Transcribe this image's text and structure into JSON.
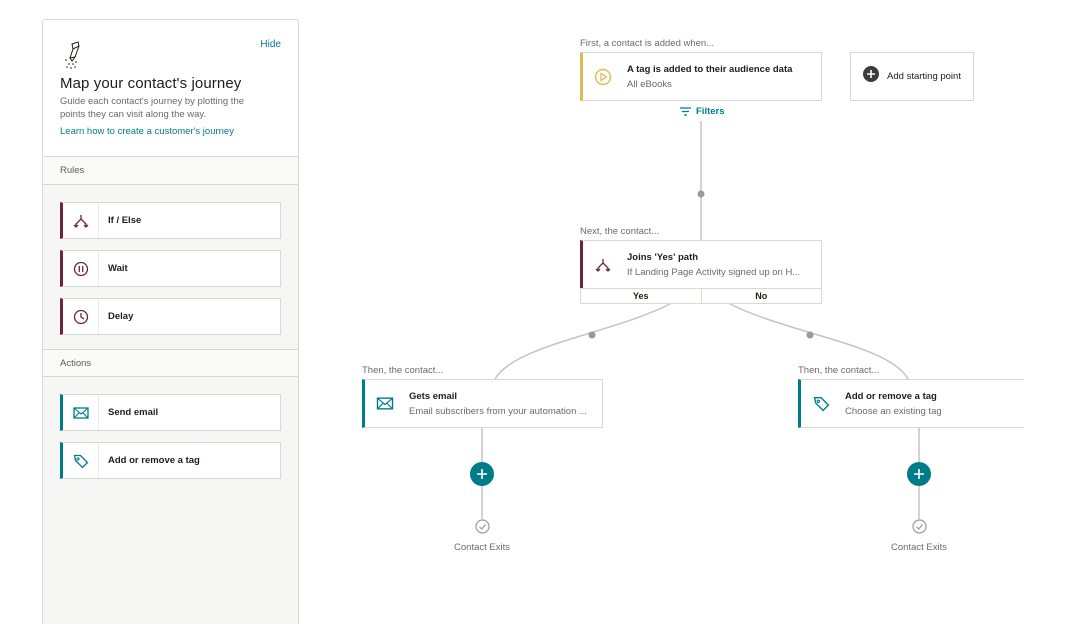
{
  "sidebar": {
    "hide_label": "Hide",
    "title": "Map your contact's journey",
    "description": "Guide each contact's journey by plotting the points they can visit along the way.",
    "learn_link": "Learn how to create a customer's journey",
    "rules_heading": "Rules",
    "rules": [
      {
        "label": "If / Else",
        "icon": "branch-icon"
      },
      {
        "label": "Wait",
        "icon": "pause-icon"
      },
      {
        "label": "Delay",
        "icon": "clock-icon"
      }
    ],
    "actions_heading": "Actions",
    "actions": [
      {
        "label": "Send email",
        "icon": "envelope-icon"
      },
      {
        "label": "Add or remove a tag",
        "icon": "tag-icon"
      }
    ]
  },
  "flow": {
    "start_caption": "First, a contact is added when...",
    "trigger": {
      "title": "A tag is added to their audience data",
      "subtitle": "All eBooks"
    },
    "add_starting_point": "Add starting point",
    "filters_label": "Filters",
    "next_caption": "Next, the contact...",
    "condition": {
      "title": "Joins 'Yes' path",
      "subtitle": "If Landing Page Activity signed up on H..."
    },
    "yes_label": "Yes",
    "no_label": "No",
    "left_caption": "Then, the contact...",
    "left_step": {
      "title": "Gets email",
      "subtitle": "Email subscribers from your automation ..."
    },
    "right_caption": "Then, the contact...",
    "right_step": {
      "title": "Add or remove a tag",
      "subtitle": "Choose an existing tag"
    },
    "exit_label_left": "Contact Exits",
    "exit_label_right": "Contact Exits"
  },
  "colors": {
    "teal": "#007c89",
    "maroon": "#6b2737",
    "gold": "#e0ba57"
  }
}
